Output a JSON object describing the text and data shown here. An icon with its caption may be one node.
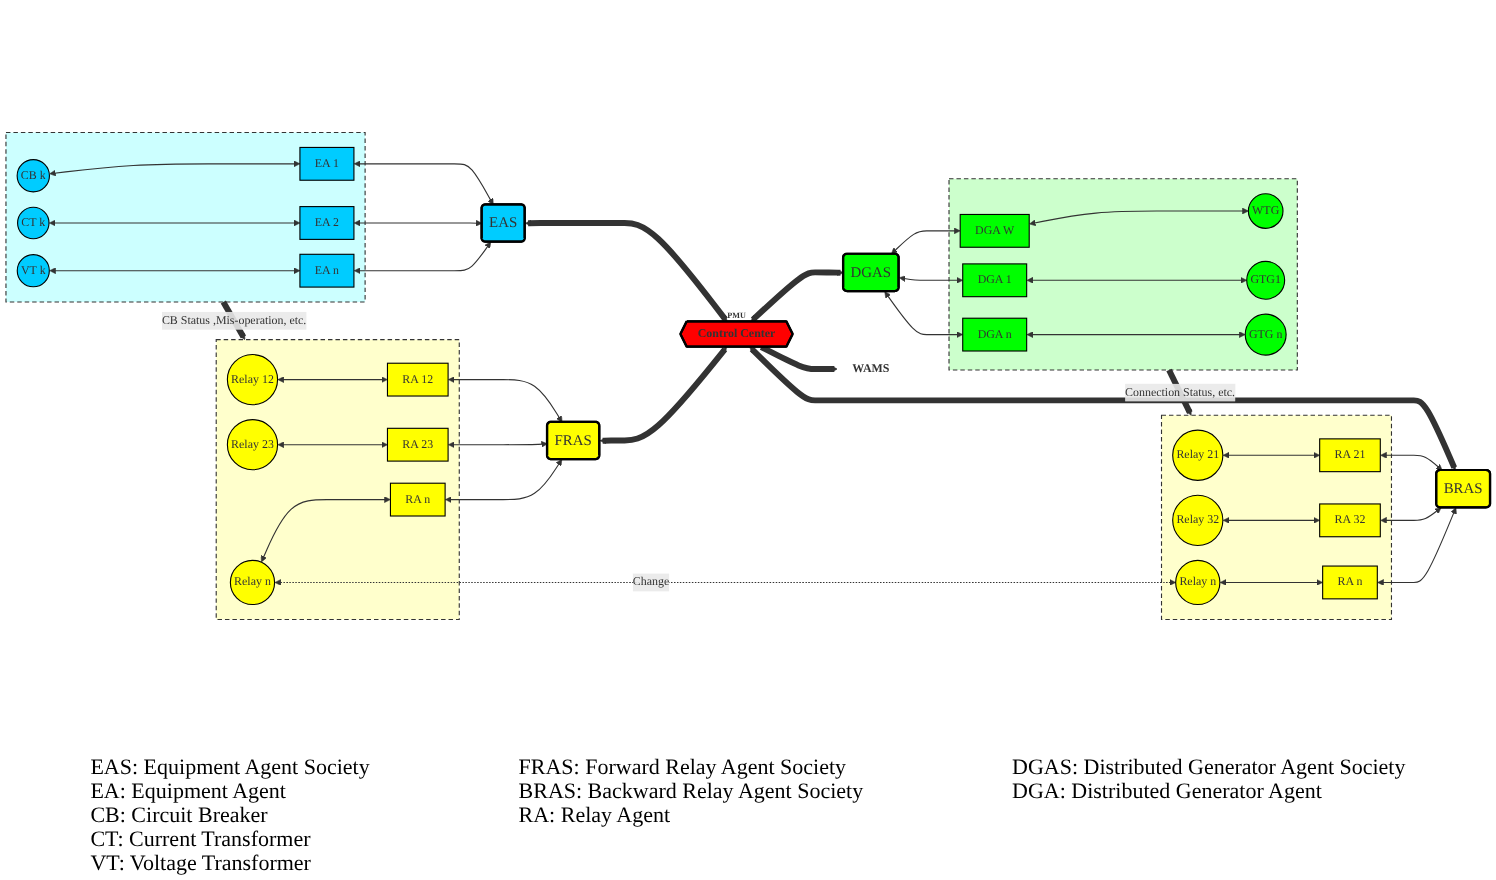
{
  "diagram": {
    "nodes": [
      {
        "text": [],
        "shape": "box"
      },
      {
        "text": [
          "Relay 12"
        ],
        "in": 0
      },
      {
        "text": [
          "Relay 23"
        ],
        "in": 0
      },
      {
        "text": [
          "Relay n"
        ],
        "in": 0
      },
      {
        "text": [
          "RA 12"
        ],
        "in": 0
      },
      {
        "text": [
          "RA 23"
        ],
        "in": 0
      },
      {
        "text": [
          "RA n"
        ],
        "in": 0
      },
      {
        "text": [],
        "shape": "box"
      },
      {
        "text": [
          "Relay 21"
        ],
        "in": 7
      },
      {
        "text": [
          "Relay 32"
        ],
        "in": 7
      },
      {
        "text": [
          "Relay n"
        ],
        "in": 7
      },
      {
        "text": [
          "RA 21"
        ],
        "in": 7
      },
      {
        "text": [
          "RA 32"
        ],
        "in": 7
      },
      {
        "text": [
          "RA n"
        ],
        "in": 7
      },
      {
        "text": [
          "FRAS"
        ]
      },
      {
        "text": [
          "BRAS"
        ]
      },
      {
        "text": [],
        "shape": "box"
      },
      {
        "text": [
          "CB k"
        ],
        "in": 16
      },
      {
        "text": [
          "EA 1"
        ],
        "in": 16
      },
      {
        "text": [
          "CT k"
        ],
        "in": 16
      },
      {
        "text": [
          "EA 2"
        ],
        "in": 16
      },
      {
        "text": [
          "VT k"
        ],
        "in": 16
      },
      {
        "text": [
          "EA n"
        ],
        "in": 16
      },
      {
        "text": [
          "EAS"
        ]
      },
      {
        "text": [
          "Control Center"
        ],
        "beside": [
          "PMU"
        ]
      },
      {
        "text": [
          "DGAS"
        ]
      },
      {
        "text": [
          "WAMS"
        ]
      },
      {
        "text": [],
        "shape": "box"
      },
      {
        "text": [
          "DGA W"
        ],
        "in": 27
      },
      {
        "text": [
          "WTG"
        ],
        "in": 27
      },
      {
        "text": [
          "DGA 1"
        ],
        "in": 27
      },
      {
        "text": [
          "GTG1"
        ],
        "in": 27
      },
      {
        "text": [
          "DGA n"
        ],
        "in": 27
      },
      {
        "text": [
          "GTG n"
        ],
        "in": 27
      }
    ],
    "edges": [
      {
        "from": 1,
        "to": 4,
        "arrow": "both"
      },
      {
        "from": 2,
        "to": 5,
        "arrow": "both"
      },
      {
        "from": 3,
        "to": 6,
        "arrow": "both"
      },
      {
        "from": 4,
        "to": 14,
        "arrow": "both"
      },
      {
        "from": 5,
        "to": 14,
        "arrow": "both"
      },
      {
        "from": 6,
        "to": 14,
        "arrow": "both"
      },
      {
        "from": 8,
        "to": 11,
        "arrow": "both"
      },
      {
        "from": 9,
        "to": 12,
        "arrow": "both"
      },
      {
        "from": 10,
        "to": 13,
        "arrow": "both"
      },
      {
        "from": 11,
        "to": 15,
        "arrow": "both"
      },
      {
        "from": 12,
        "to": 15,
        "arrow": "both"
      },
      {
        "from": 13,
        "to": 15,
        "arrow": "both"
      },
      {
        "from": 3,
        "to": 10,
        "arrow": "both",
        "label": "Change",
        "style": "dashed"
      },
      {
        "from": 16,
        "to": 0,
        "arrow": "to",
        "label": "CB Status ,Mis-operation, etc.",
        "style": "thick"
      },
      {
        "from": 27,
        "to": 7,
        "arrow": "to",
        "label": "Connection Status, etc.",
        "style": "thick"
      },
      {
        "from": 17,
        "to": 18,
        "arrow": "both"
      },
      {
        "from": 19,
        "to": 20,
        "arrow": "both"
      },
      {
        "from": 21,
        "to": 22,
        "arrow": "both"
      },
      {
        "from": 18,
        "to": 23,
        "arrow": "both"
      },
      {
        "from": 20,
        "to": 23,
        "arrow": "both"
      },
      {
        "from": 22,
        "to": 23,
        "arrow": "both"
      },
      {
        "from": 14,
        "to": 24,
        "arrow": "both",
        "style": "thick"
      },
      {
        "from": 15,
        "to": 24,
        "arrow": "both",
        "style": "thick"
      },
      {
        "from": 23,
        "to": 24,
        "arrow": "both",
        "style": "thick"
      },
      {
        "from": 24,
        "to": 25,
        "arrow": "both",
        "style": "thick"
      },
      {
        "from": 24,
        "to": 26,
        "arrow": "to",
        "style": "thick"
      },
      {
        "from": 25,
        "to": 28,
        "arrow": "both"
      },
      {
        "from": 25,
        "to": 30,
        "arrow": "both"
      },
      {
        "from": 25,
        "to": 32,
        "arrow": "both"
      },
      {
        "from": 28,
        "to": 29,
        "arrow": "both"
      },
      {
        "from": 30,
        "to": 31,
        "arrow": "both"
      },
      {
        "from": 32,
        "to": 33,
        "arrow": "both"
      }
    ],
    "labels": [
      "EAS: Equipment Agent Society",
      "EA: Equipment Agent",
      "CB: Circuit Breaker",
      "CT: Current Transformer",
      "VT: Voltage Transformer",
      "FRAS: Forward Relay Agent Society",
      "BRAS: Backward Relay Agent Society",
      "RA: Relay Agent",
      "DGAS: Distributed Generator Agent Society",
      "DGA: Distributed Generator Agent"
    ]
  }
}
